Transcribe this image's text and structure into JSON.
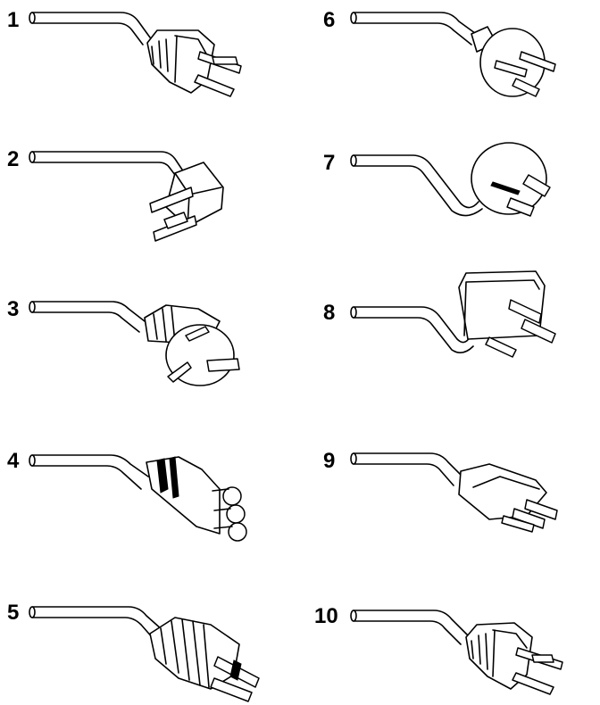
{
  "plugs": [
    {
      "number": "1"
    },
    {
      "number": "2"
    },
    {
      "number": "3"
    },
    {
      "number": "4"
    },
    {
      "number": "5"
    },
    {
      "number": "6"
    },
    {
      "number": "7"
    },
    {
      "number": "8"
    },
    {
      "number": "9"
    },
    {
      "number": "10"
    }
  ]
}
